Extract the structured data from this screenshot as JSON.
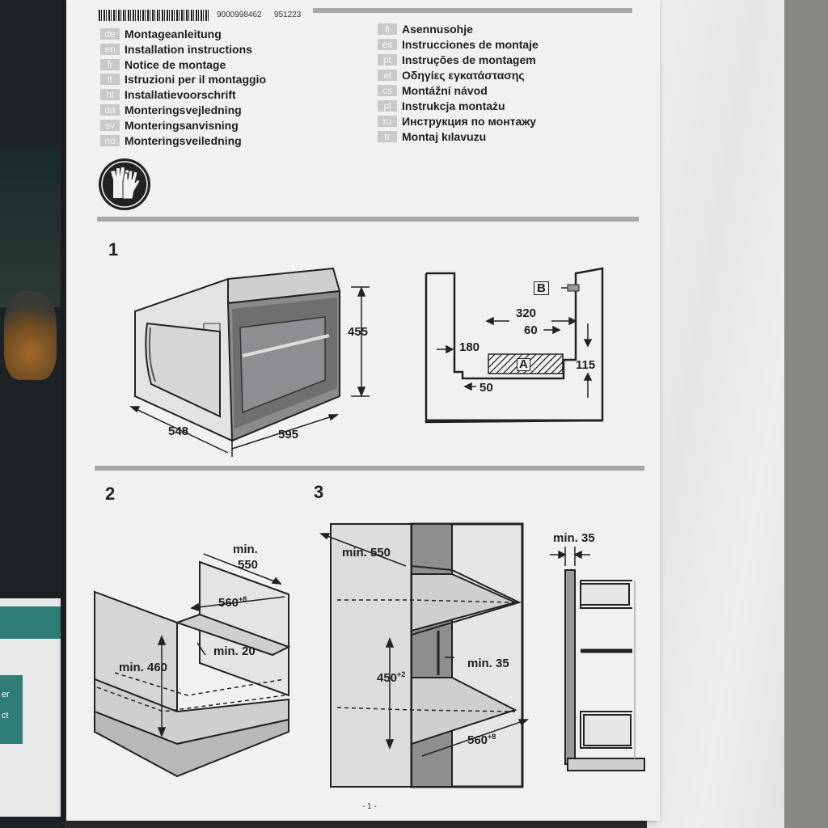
{
  "header": {
    "barcode_number": "9000998462",
    "date_code": "951223"
  },
  "languages_left": [
    {
      "code": "de",
      "label": "Montageanleitung"
    },
    {
      "code": "en",
      "label": "Installation instructions"
    },
    {
      "code": "fr",
      "label": "Notice de montage"
    },
    {
      "code": "it",
      "label": "Istruzioni per il montaggio"
    },
    {
      "code": "nl",
      "label": "Installatievoorschrift"
    },
    {
      "code": "da",
      "label": "Monteringsvejledning"
    },
    {
      "code": "sv",
      "label": "Monteringsanvisning"
    },
    {
      "code": "no",
      "label": "Monteringsveiledning"
    }
  ],
  "languages_right": [
    {
      "code": "fi",
      "label": "Asennusohje"
    },
    {
      "code": "es",
      "label": "Instrucciones de montaje"
    },
    {
      "code": "pt",
      "label": "Instruções de montagem"
    },
    {
      "code": "el",
      "label": "Οδηγίες εγκατάστασης"
    },
    {
      "code": "cs",
      "label": "Montážní návod"
    },
    {
      "code": "pl",
      "label": "Instrukcja montażu"
    },
    {
      "code": "ru",
      "label": "Инструкция по монтажу"
    },
    {
      "code": "tr",
      "label": "Montaj kılavuzu"
    }
  ],
  "figure1": {
    "number": "1",
    "oven_height": "455",
    "oven_depth": "548",
    "oven_width": "595",
    "rail_span": "320",
    "rail_offset": "60",
    "side_depth": "180",
    "bottom_offset": "50",
    "rail_height": "115",
    "label_a": "A",
    "label_b": "B"
  },
  "figure2": {
    "number": "2",
    "depth_label": "min.",
    "depth_value": "550",
    "width_value": "560",
    "width_tolerance": "+8",
    "gap_label": "min. 20",
    "height_label": "min. 460"
  },
  "figure3": {
    "number": "3",
    "depth_label": "min. 550",
    "gap_label": "min. 35",
    "height_value": "450",
    "height_tolerance": "+2",
    "width_value": "560",
    "width_tolerance": "+8",
    "side_gap_label": "min. 35"
  },
  "footer": {
    "page_number": "- 1 -"
  },
  "side_photo": {
    "teal_text_1": "er",
    "teal_text_2": "ct"
  },
  "colors": {
    "page": "#f1f1f2",
    "rule": "#a8a8aa",
    "ink": "#222222"
  }
}
